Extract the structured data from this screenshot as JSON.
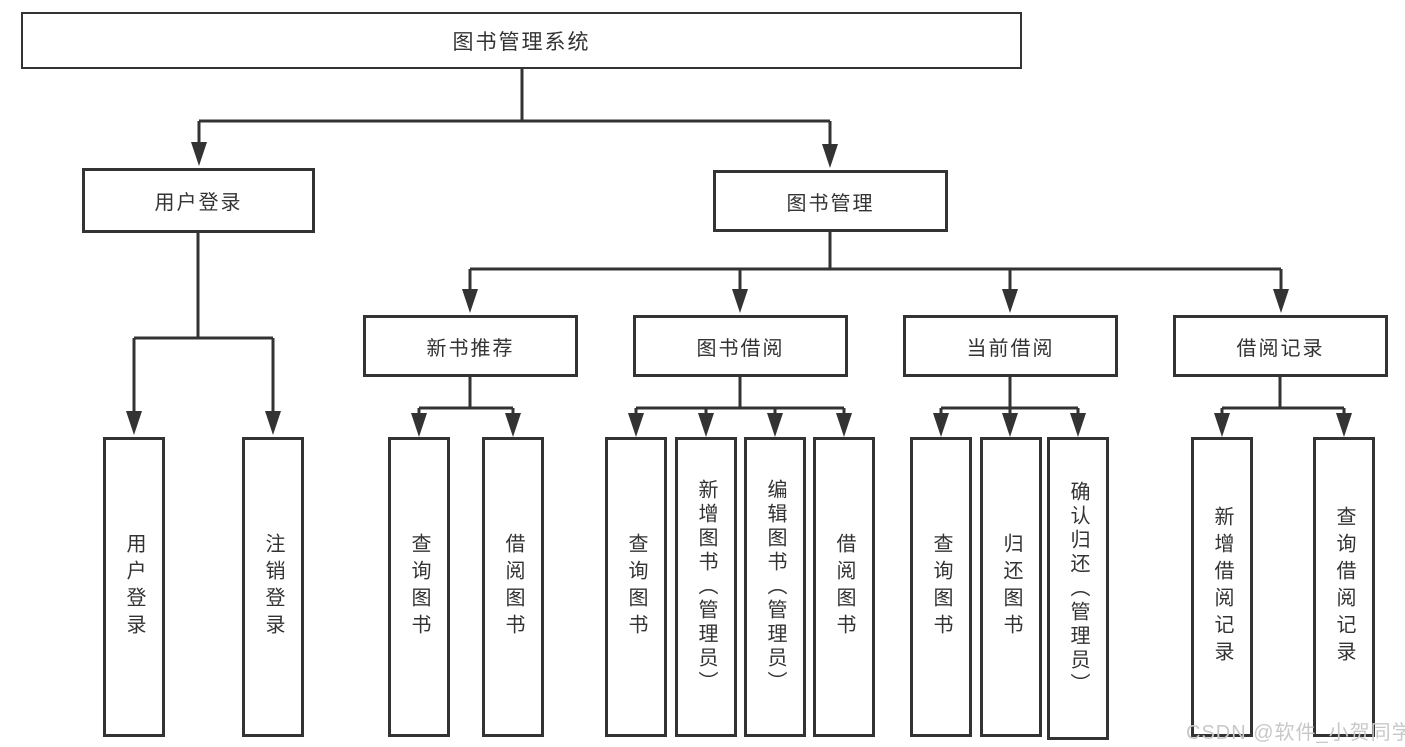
{
  "tree": {
    "root": {
      "label": "图书管理系统",
      "children": [
        {
          "label": "用户登录",
          "children": [
            {
              "label": "用户登录"
            },
            {
              "label": "注销登录"
            }
          ]
        },
        {
          "label": "图书管理",
          "children": [
            {
              "label": "新书推荐",
              "children": [
                {
                  "label": "查询图书"
                },
                {
                  "label": "借阅图书"
                }
              ]
            },
            {
              "label": "图书借阅",
              "children": [
                {
                  "label": "查询图书"
                },
                {
                  "label": "新增图书（管理员）"
                },
                {
                  "label": "编辑图书（管理员）"
                },
                {
                  "label": "借阅图书"
                }
              ]
            },
            {
              "label": "当前借阅",
              "children": [
                {
                  "label": "查询图书"
                },
                {
                  "label": "归还图书"
                },
                {
                  "label": "确认归还（管理员）"
                }
              ]
            },
            {
              "label": "借阅记录",
              "children": [
                {
                  "label": "新增借阅记录"
                },
                {
                  "label": "查询借阅记录"
                }
              ]
            }
          ]
        }
      ]
    }
  },
  "watermark": {
    "text": "CSDN @软件_小贺同学"
  },
  "colors": {
    "line": "#333333",
    "text": "#333333",
    "watermark": "#c8c8c8",
    "background": "#ffffff"
  }
}
